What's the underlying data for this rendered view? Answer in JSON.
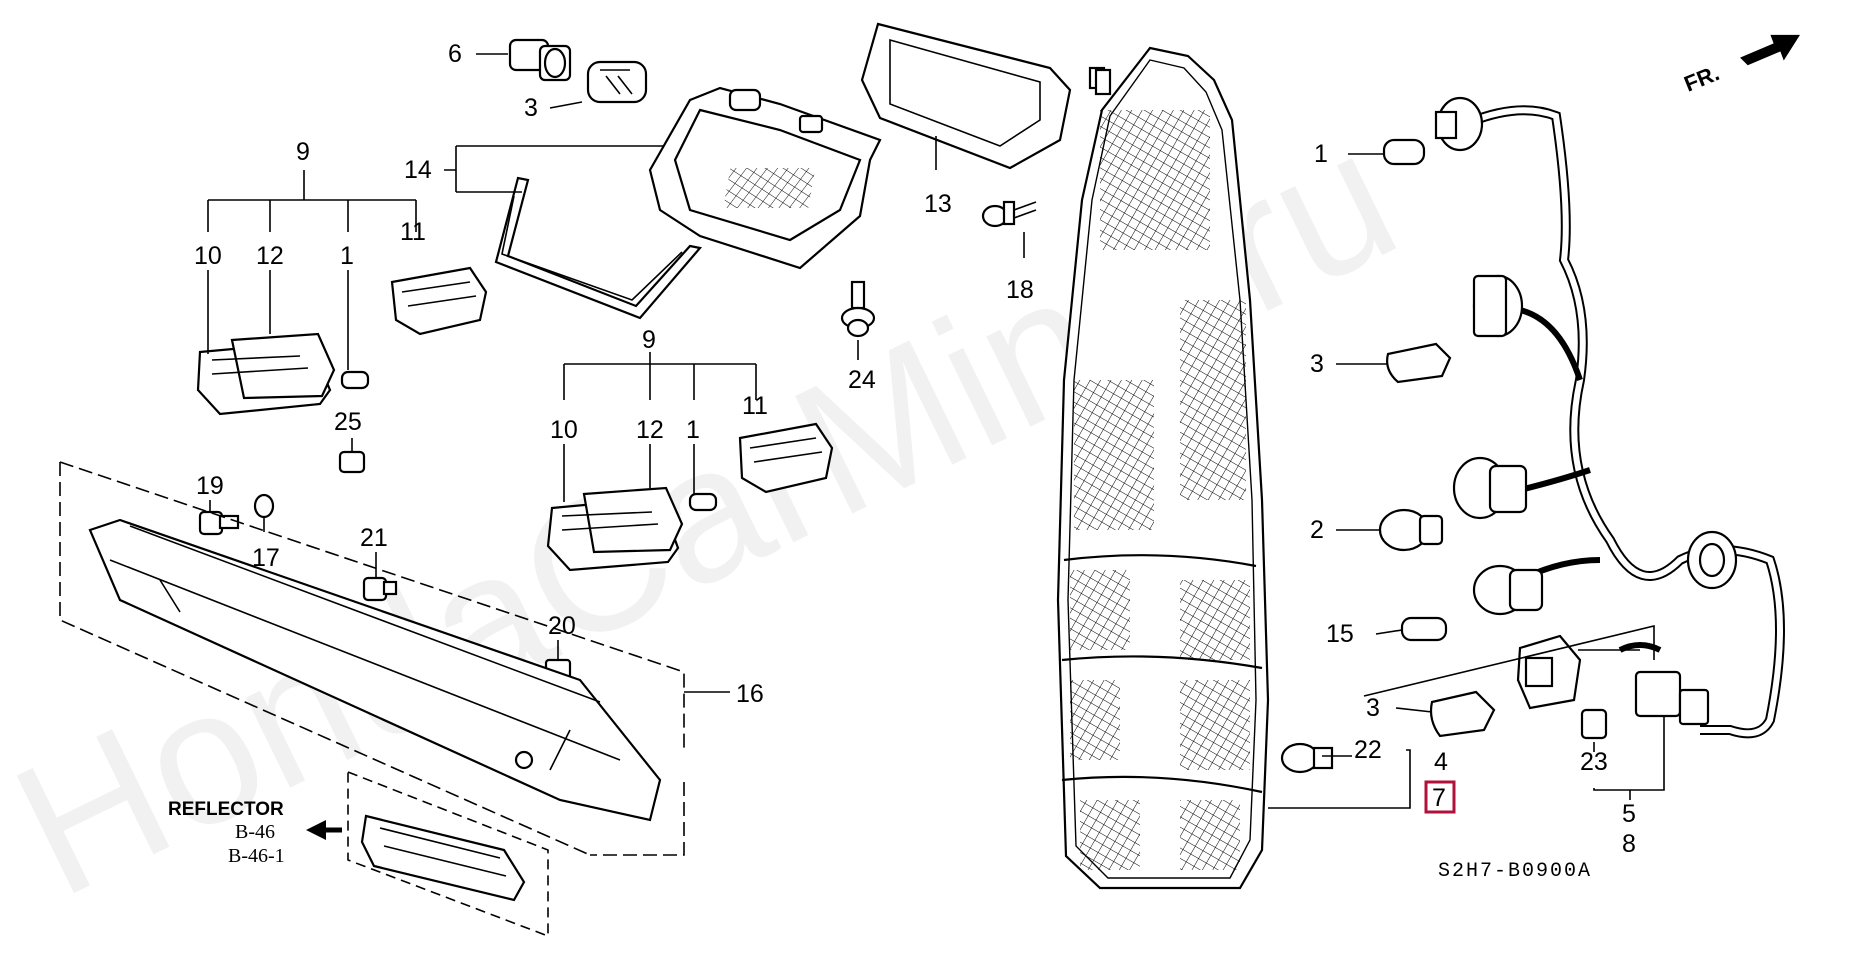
{
  "diagram": {
    "watermark": "HondaCarMine.ru",
    "drawing_code": "S2H7-B0900A",
    "direction_label": "FR.",
    "reflector_label": "REFLECTOR",
    "reflector_refs": [
      "B-46",
      "B-46-1"
    ],
    "highlight_color": "#b0103a",
    "callouts": {
      "c6": "6",
      "c3_top": "3",
      "c14": "14",
      "c13": "13",
      "c18": "18",
      "c24": "24",
      "c9_left": "9",
      "c10_left": "10",
      "c12_left": "12",
      "c1_left": "1",
      "c11_left": "11",
      "c25": "25",
      "c19": "19",
      "c17": "17",
      "c21": "21",
      "c20": "20",
      "c16": "16",
      "c9_mid": "9",
      "c10_mid": "10",
      "c12_mid": "12",
      "c1_mid": "1",
      "c11_mid": "11",
      "c1_right": "1",
      "c3_right": "3",
      "c2": "2",
      "c15": "15",
      "c3_low": "3",
      "c22": "22",
      "c4": "4",
      "c7": "7",
      "c23": "23",
      "c5": "5",
      "c8": "8"
    }
  }
}
